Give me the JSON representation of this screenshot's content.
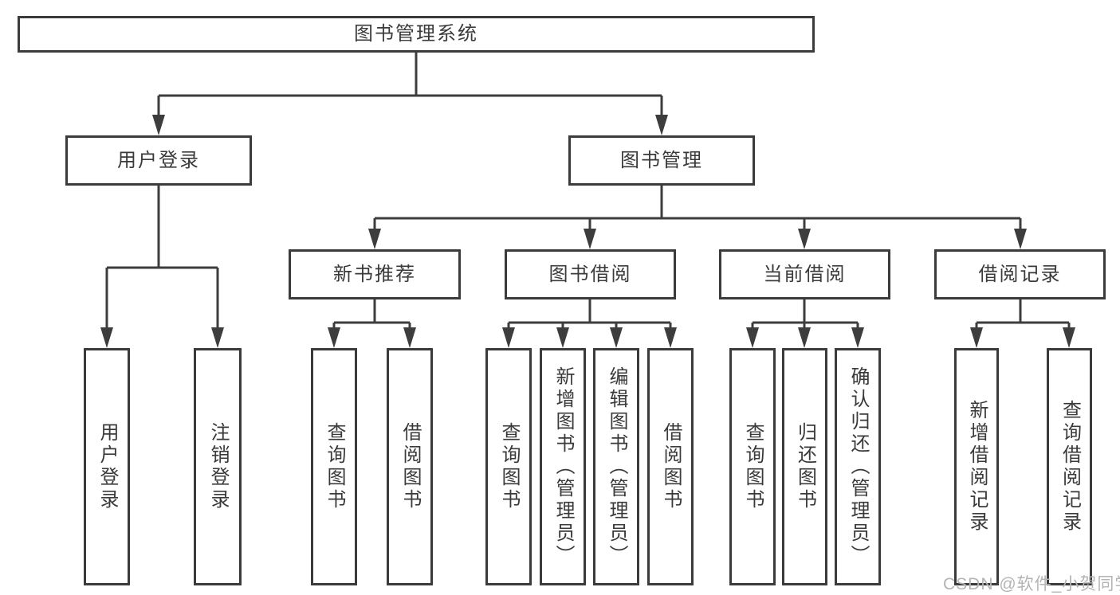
{
  "diagram_type": "tree",
  "hierarchy": {
    "label": "图书管理系统",
    "children": [
      {
        "label": "用户登录",
        "children": [
          {
            "label": "用户登录"
          },
          {
            "label": "注销登录"
          }
        ]
      },
      {
        "label": "图书管理",
        "children": [
          {
            "label": "新书推荐",
            "children": [
              {
                "label": "查询图书"
              },
              {
                "label": "借阅图书"
              }
            ]
          },
          {
            "label": "图书借阅",
            "children": [
              {
                "label": "查询图书"
              },
              {
                "label": "新增图书（管理员）"
              },
              {
                "label": "编辑图书（管理员）"
              },
              {
                "label": "借阅图书"
              }
            ]
          },
          {
            "label": "当前借阅",
            "children": [
              {
                "label": "查询图书"
              },
              {
                "label": "归还图书"
              },
              {
                "label": "确认归还（管理员）"
              }
            ]
          },
          {
            "label": "借阅记录",
            "children": [
              {
                "label": "新增借阅记录"
              },
              {
                "label": "查询借阅记录"
              }
            ]
          }
        ]
      }
    ]
  },
  "watermark": {
    "text": "CSDN @软件_小贺同学"
  },
  "colors": {
    "background": "#ffffff",
    "box_border": "#3b3b3b",
    "line": "#3d3d3d",
    "text": "#3a3a3a",
    "watermark": "#b4b4b4"
  }
}
